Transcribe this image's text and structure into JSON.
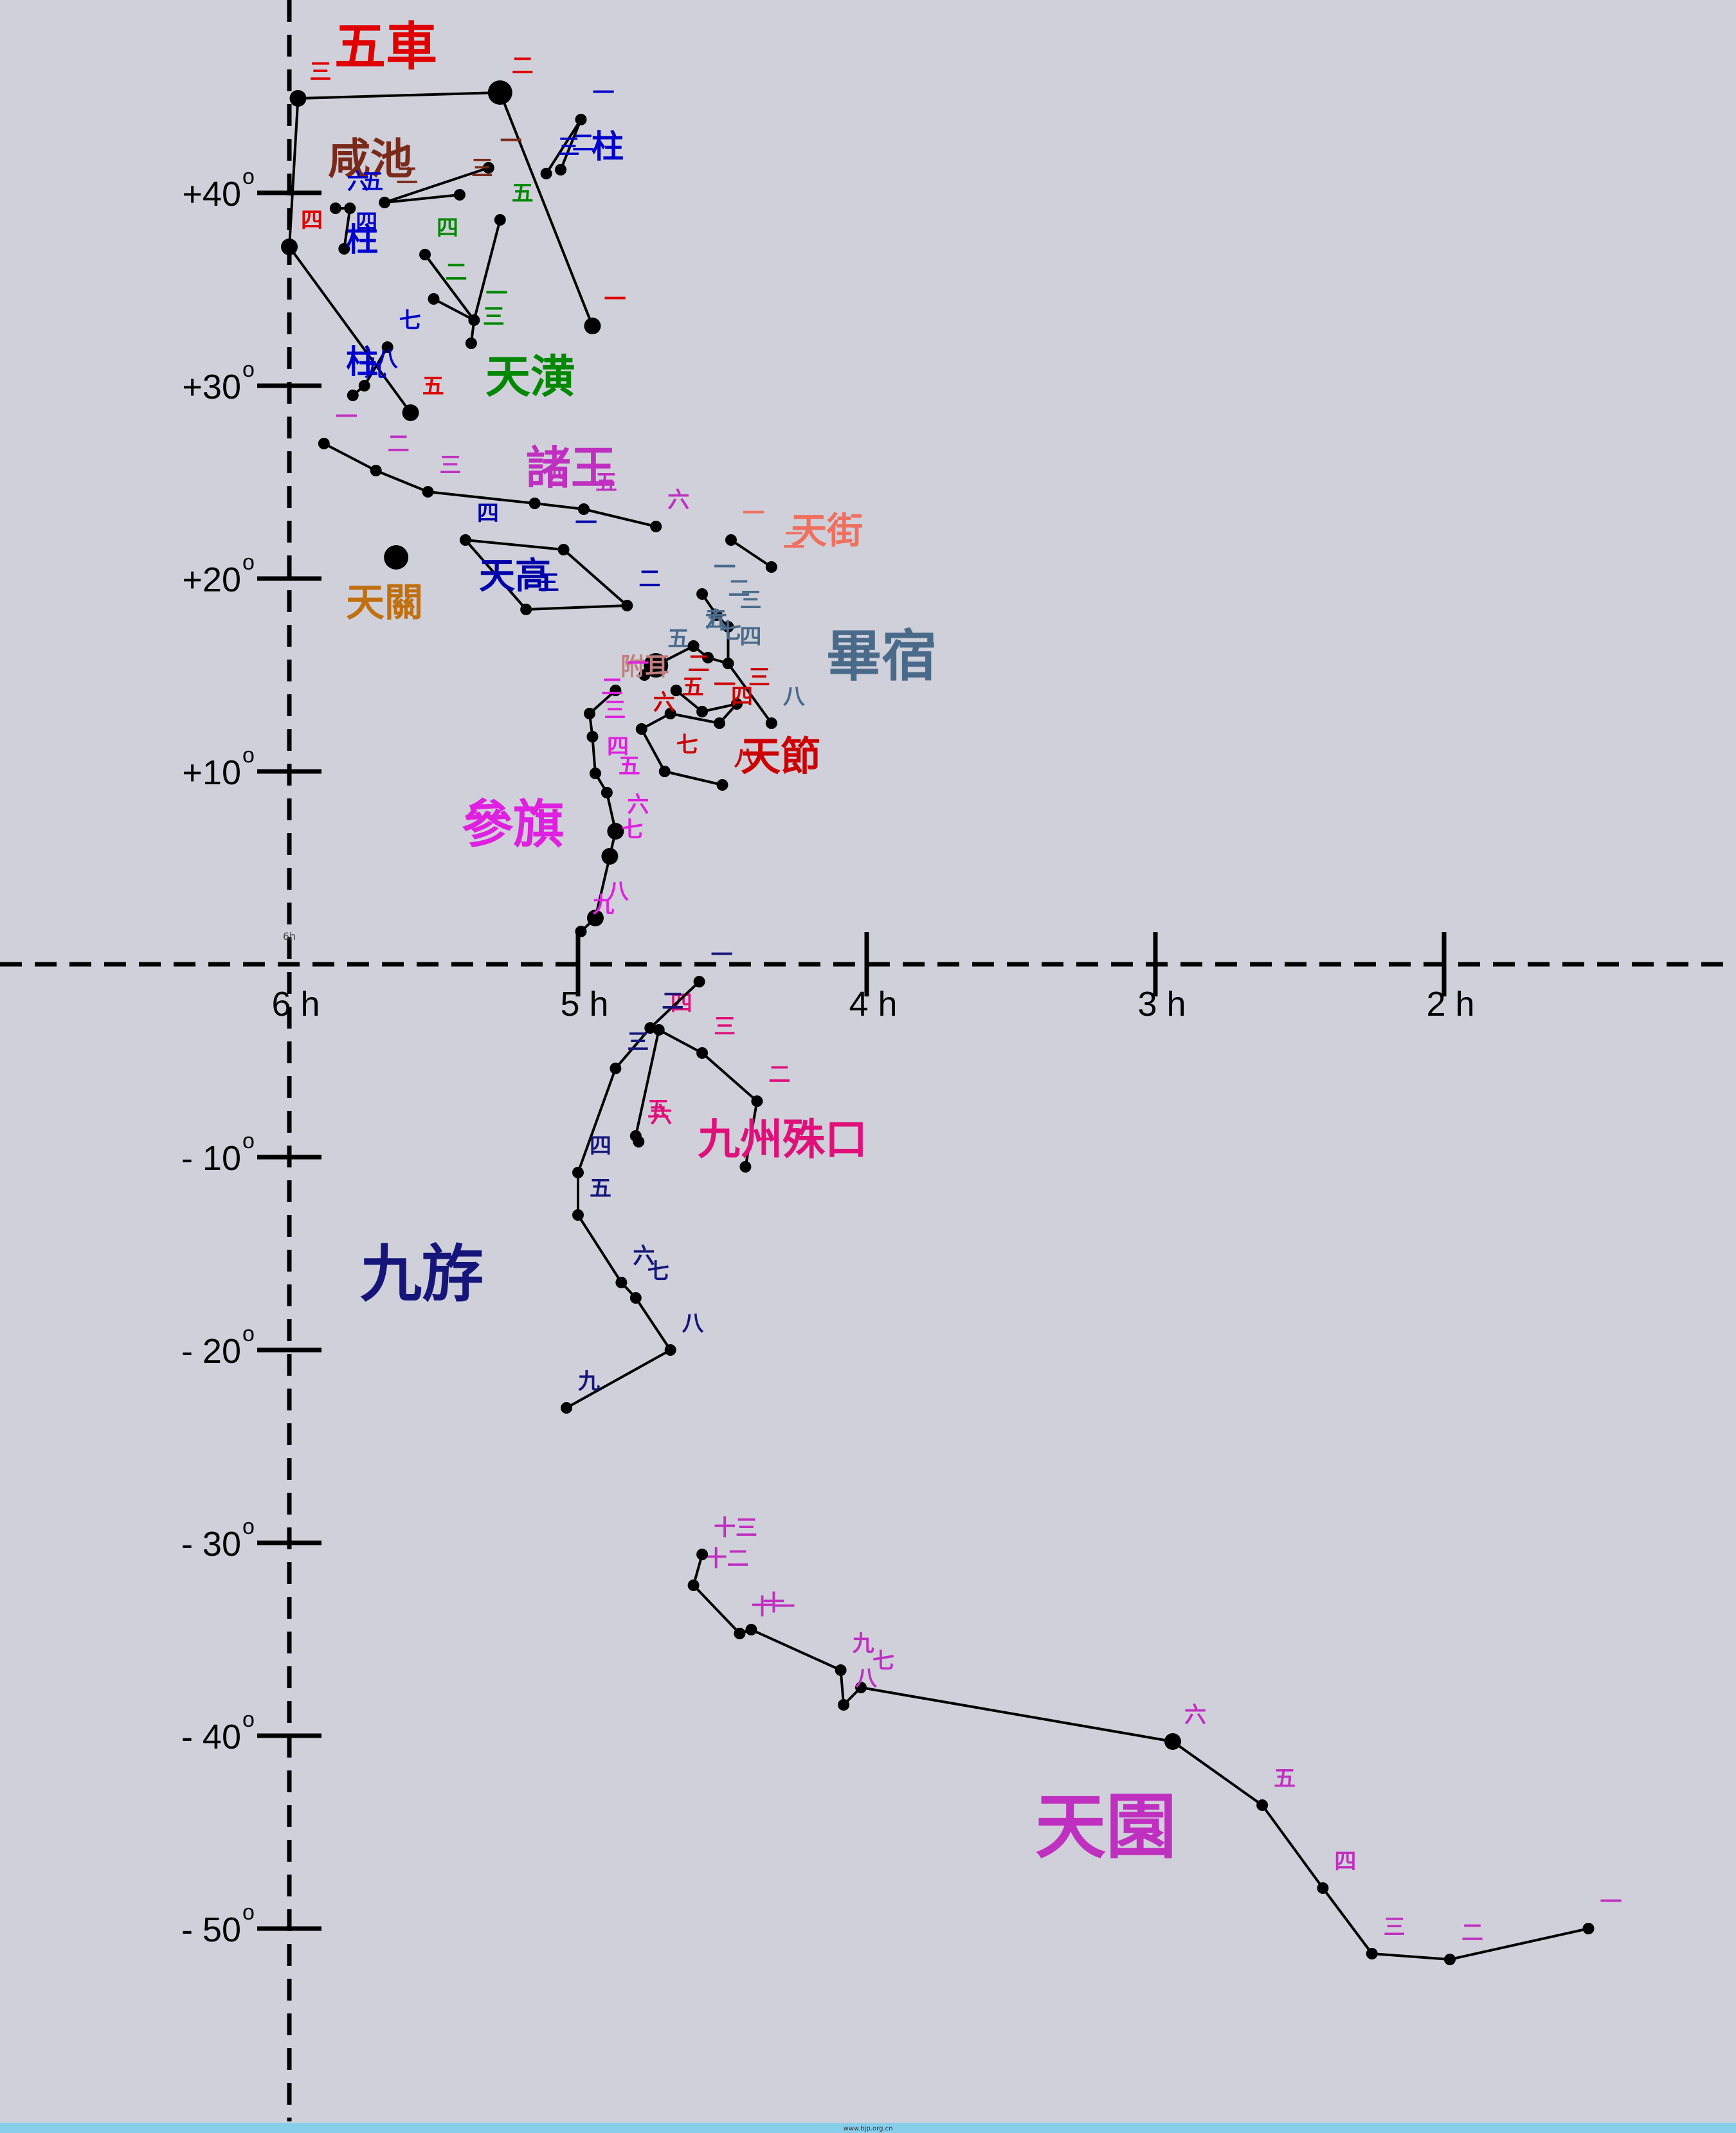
{
  "chart_data": {
    "type": "star-chart",
    "axes": {
      "ra_labels": [
        "6 h",
        "5 h",
        "4 h",
        "3 h",
        "2 h"
      ],
      "ra_small_label": "6h",
      "dec_labels": [
        "+40",
        "+30",
        "+20",
        "+10",
        "- 10",
        "- 20",
        "- 30",
        "- 40",
        "- 50"
      ],
      "degree_symbol": "o"
    },
    "constellations": [
      {
        "name": "五車",
        "color": "#e00000",
        "stars": [
          {
            "ra": 5.97,
            "dec": 44.9,
            "label": "三",
            "size": "m"
          },
          {
            "ra": 5.27,
            "dec": 45.2,
            "label": "二",
            "size": "l"
          },
          {
            "ra": 4.95,
            "dec": 33.1,
            "label": "一",
            "size": "m"
          },
          {
            "ra": 5.58,
            "dec": 28.6,
            "label": "五",
            "size": "m"
          },
          {
            "ra": 6.0,
            "dec": 37.2,
            "label": "四",
            "size": "m"
          }
        ],
        "lines": [
          [
            4,
            0
          ],
          [
            0,
            1
          ],
          [
            1,
            2
          ],
          [
            4,
            3
          ]
        ]
      },
      {
        "name": "柱",
        "color": "#0000cc",
        "stars": [
          {
            "ra": 4.99,
            "dec": 43.8,
            "label": "一"
          },
          {
            "ra": 5.06,
            "dec": 41.2,
            "label": "二"
          },
          {
            "ra": 5.11,
            "dec": 41.0,
            "label": "三"
          }
        ],
        "lines": [
          [
            0,
            2
          ],
          [
            0,
            1
          ]
        ]
      },
      {
        "name": "咸池",
        "color": "#7a2a1a",
        "stars": [
          {
            "ra": 5.31,
            "dec": 41.3,
            "label": "一"
          },
          {
            "ra": 5.67,
            "dec": 39.5,
            "label": "二"
          },
          {
            "ra": 5.41,
            "dec": 39.9,
            "label": "三"
          }
        ],
        "lines": [
          [
            0,
            1
          ],
          [
            1,
            2
          ]
        ]
      },
      {
        "name": "柱",
        "color": "#0000cc",
        "stars": [
          {
            "ra": 5.84,
            "dec": 39.2,
            "label": "六"
          },
          {
            "ra": 5.79,
            "dec": 39.2,
            "label": "五"
          },
          {
            "ra": 5.81,
            "dec": 37.1,
            "label": "四"
          }
        ],
        "lines": [
          [
            0,
            1
          ],
          [
            1,
            2
          ]
        ]
      },
      {
        "name": "天潢",
        "color": "#008800",
        "stars": [
          {
            "ra": 5.36,
            "dec": 33.4,
            "label": "一"
          },
          {
            "ra": 5.5,
            "dec": 34.5,
            "label": "二"
          },
          {
            "ra": 5.37,
            "dec": 32.2,
            "label": "三"
          },
          {
            "ra": 5.53,
            "dec": 36.8,
            "label": "四"
          },
          {
            "ra": 5.27,
            "dec": 38.6,
            "label": "五"
          }
        ],
        "lines": [
          [
            1,
            0
          ],
          [
            3,
            0
          ],
          [
            0,
            2
          ],
          [
            0,
            4
          ]
        ]
      },
      {
        "name": "柱",
        "color": "#0000cc",
        "stars": [
          {
            "ra": 5.66,
            "dec": 32.0,
            "label": "七"
          },
          {
            "ra": 5.74,
            "dec": 30.0,
            "label": "八"
          },
          {
            "ra": 5.78,
            "dec": 29.5,
            "label": "九"
          }
        ],
        "lines": [
          [
            0,
            1
          ],
          [
            1,
            2
          ]
        ]
      },
      {
        "name": "諸王",
        "color": "#c030c0",
        "stars": [
          {
            "ra": 5.88,
            "dec": 27.0,
            "label": "一"
          },
          {
            "ra": 5.7,
            "dec": 25.6,
            "label": "二"
          },
          {
            "ra": 5.52,
            "dec": 24.5,
            "label": "三"
          },
          {
            "ra": 5.15,
            "dec": 23.9,
            "label": "四"
          },
          {
            "ra": 4.98,
            "dec": 23.6,
            "label": "五"
          },
          {
            "ra": 4.73,
            "dec": 22.7,
            "label": "六"
          }
        ],
        "lines": [
          [
            0,
            1
          ],
          [
            1,
            2
          ],
          [
            2,
            3
          ],
          [
            3,
            4
          ],
          [
            4,
            5
          ]
        ]
      },
      {
        "name": "天高",
        "color": "#0000aa",
        "stars": [
          {
            "ra": 5.39,
            "dec": 22.0,
            "label": "四"
          },
          {
            "ra": 5.05,
            "dec": 21.5,
            "label": "一"
          },
          {
            "ra": 4.83,
            "dec": 18.6,
            "label": "二"
          },
          {
            "ra": 5.18,
            "dec": 18.4,
            "label": "三"
          }
        ],
        "lines": [
          [
            0,
            1
          ],
          [
            1,
            2
          ],
          [
            2,
            3
          ],
          [
            3,
            0
          ]
        ]
      },
      {
        "name": "天關",
        "color": "#c07010",
        "stars": [
          {
            "ra": 5.63,
            "dec": 21.1,
            "label": "",
            "size": "l"
          }
        ],
        "lines": []
      },
      {
        "name": "天街",
        "color": "#f07060",
        "stars": [
          {
            "ra": 4.47,
            "dec": 22.0,
            "label": "一"
          },
          {
            "ra": 4.33,
            "dec": 20.6,
            "label": "二"
          }
        ],
        "lines": [
          [
            0,
            1
          ]
        ]
      },
      {
        "name": "畢宿",
        "color": "#4a6a8a",
        "stars": [
          {
            "ra": 4.33,
            "dec": 12.5,
            "label": "八"
          },
          {
            "ra": 4.48,
            "dec": 15.6,
            "label": "四"
          },
          {
            "ra": 4.48,
            "dec": 17.5,
            "label": "三"
          },
          {
            "ra": 4.52,
            "dec": 18.1,
            "label": "二"
          },
          {
            "ra": 4.57,
            "dec": 19.2,
            "label": "一"
          },
          {
            "ra": 4.6,
            "dec": 16.5,
            "label": "六"
          },
          {
            "ra": 4.55,
            "dec": 15.9,
            "label": "七"
          },
          {
            "ra": 4.73,
            "dec": 15.5,
            "label": "五"
          },
          {
            "ra": 4.6,
            "dec": 16.5,
            "label": "五"
          }
        ],
        "lines": [
          [
            0,
            1
          ],
          [
            1,
            2
          ],
          [
            2,
            3
          ],
          [
            3,
            4
          ],
          [
            1,
            6
          ],
          [
            6,
            5
          ],
          [
            5,
            7
          ]
        ]
      },
      {
        "name": "附耳",
        "color": "#c08080",
        "stars": [
          {
            "ra": 4.73,
            "dec": 15.5,
            "label": "",
            "size": "l"
          },
          {
            "ra": 4.77,
            "dec": 15.0,
            "label": ""
          }
        ],
        "lines": [
          [
            0,
            1
          ]
        ]
      },
      {
        "name": "天節",
        "color": "#cc0000",
        "stars": [
          {
            "ra": 4.57,
            "dec": 13.1,
            "label": "一"
          },
          {
            "ra": 4.66,
            "dec": 14.2,
            "label": "二"
          },
          {
            "ra": 4.45,
            "dec": 13.5,
            "label": "三"
          },
          {
            "ra": 4.51,
            "dec": 12.5,
            "label": "四"
          },
          {
            "ra": 4.68,
            "dec": 13.0,
            "label": "五"
          },
          {
            "ra": 4.78,
            "dec": 12.2,
            "label": "六"
          },
          {
            "ra": 4.7,
            "dec": 10.0,
            "label": "七"
          },
          {
            "ra": 4.5,
            "dec": 9.3,
            "label": "八"
          }
        ],
        "lines": [
          [
            1,
            0
          ],
          [
            0,
            2
          ],
          [
            2,
            3
          ],
          [
            3,
            4
          ],
          [
            4,
            5
          ],
          [
            5,
            6
          ],
          [
            6,
            7
          ]
        ]
      },
      {
        "name": "參旗",
        "color": "#e020e0",
        "stars": [
          {
            "ra": 4.87,
            "dec": 14.2,
            "label": "一"
          },
          {
            "ra": 4.96,
            "dec": 13.0,
            "label": "二"
          },
          {
            "ra": 4.95,
            "dec": 11.8,
            "label": "三"
          },
          {
            "ra": 4.94,
            "dec": 9.9,
            "label": "四"
          },
          {
            "ra": 4.9,
            "dec": 8.9,
            "label": "五"
          },
          {
            "ra": 4.87,
            "dec": 6.9,
            "label": "六",
            "size": "m"
          },
          {
            "ra": 4.89,
            "dec": 5.6,
            "label": "七",
            "size": "m"
          },
          {
            "ra": 4.94,
            "dec": 2.4,
            "label": "八",
            "size": "m"
          },
          {
            "ra": 4.99,
            "dec": 1.7,
            "label": "九"
          }
        ],
        "lines": [
          [
            0,
            1
          ],
          [
            1,
            2
          ],
          [
            2,
            3
          ],
          [
            3,
            4
          ],
          [
            4,
            5
          ],
          [
            5,
            6
          ],
          [
            6,
            7
          ],
          [
            7,
            8
          ]
        ]
      },
      {
        "name": "九州殊口",
        "color": "#e0107a",
        "stars": [
          {
            "ra": 4.42,
            "dec": -10.5,
            "label": "一"
          },
          {
            "ra": 4.38,
            "dec": -7.1,
            "label": "二"
          },
          {
            "ra": 4.57,
            "dec": -4.6,
            "label": "三"
          },
          {
            "ra": 4.72,
            "dec": -3.4,
            "label": "四"
          },
          {
            "ra": 4.8,
            "dec": -8.9,
            "label": "五"
          },
          {
            "ra": 4.79,
            "dec": -9.2,
            "label": "六"
          }
        ],
        "lines": [
          [
            0,
            1
          ],
          [
            1,
            2
          ],
          [
            2,
            3
          ],
          [
            3,
            4
          ],
          [
            4,
            5
          ]
        ]
      },
      {
        "name": "九斿",
        "color": "#15157a",
        "stars": [
          {
            "ra": 4.58,
            "dec": -0.9,
            "label": "一"
          },
          {
            "ra": 4.75,
            "dec": -3.3,
            "label": "二"
          },
          {
            "ra": 4.87,
            "dec": -5.4,
            "label": "三"
          },
          {
            "ra": 5.0,
            "dec": -10.8,
            "label": "四"
          },
          {
            "ra": 5.0,
            "dec": -13.0,
            "label": "五"
          },
          {
            "ra": 4.85,
            "dec": -16.5,
            "label": "六"
          },
          {
            "ra": 4.8,
            "dec": -17.3,
            "label": "七"
          },
          {
            "ra": 4.68,
            "dec": -20.0,
            "label": "八"
          },
          {
            "ra": 5.04,
            "dec": -23.0,
            "label": "九"
          }
        ],
        "lines": [
          [
            0,
            1
          ],
          [
            1,
            2
          ],
          [
            2,
            3
          ],
          [
            3,
            4
          ],
          [
            4,
            5
          ],
          [
            5,
            6
          ],
          [
            6,
            7
          ],
          [
            7,
            8
          ]
        ]
      },
      {
        "name": "天園",
        "color": "#c030c0",
        "stars": [
          {
            "ra": 1.5,
            "dec": -50.0,
            "label": "一"
          },
          {
            "ra": 1.98,
            "dec": -51.6,
            "label": "二"
          },
          {
            "ra": 2.25,
            "dec": -51.3,
            "label": "三"
          },
          {
            "ra": 2.42,
            "dec": -47.9,
            "label": "四"
          },
          {
            "ra": 2.63,
            "dec": -43.6,
            "label": "五"
          },
          {
            "ra": 2.94,
            "dec": -40.3,
            "label": "六",
            "size": "m"
          },
          {
            "ra": 4.02,
            "dec": -37.5,
            "label": "七"
          },
          {
            "ra": 4.08,
            "dec": -38.4,
            "label": "八"
          },
          {
            "ra": 4.09,
            "dec": -36.6,
            "label": "九"
          },
          {
            "ra": 4.4,
            "dec": -34.5,
            "label": "十"
          },
          {
            "ra": 4.44,
            "dec": -34.7,
            "label": "十一"
          },
          {
            "ra": 4.6,
            "dec": -32.2,
            "label": "十二"
          },
          {
            "ra": 4.57,
            "dec": -30.6,
            "label": "十三"
          }
        ],
        "lines": [
          [
            0,
            1
          ],
          [
            1,
            2
          ],
          [
            2,
            3
          ],
          [
            3,
            4
          ],
          [
            4,
            5
          ],
          [
            5,
            6
          ],
          [
            6,
            7
          ],
          [
            7,
            8
          ],
          [
            8,
            9
          ],
          [
            9,
            10
          ],
          [
            10,
            11
          ],
          [
            11,
            12
          ]
        ]
      }
    ]
  },
  "footer": {
    "source": "www.bjp.org.cn"
  }
}
